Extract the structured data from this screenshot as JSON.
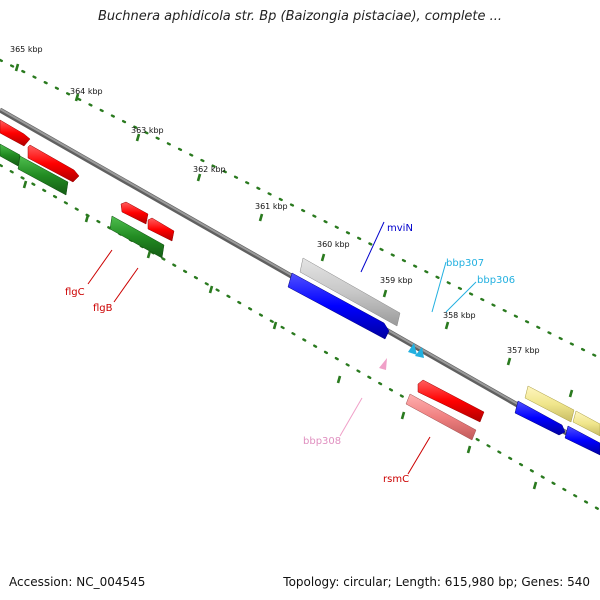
{
  "title": "Buchnera aphidicola str. Bp (Baizongia pistaciae), complete ...",
  "kbp_labels": [
    "365 kbp",
    "364 kbp",
    "363 kbp",
    "362 kbp",
    "361 kbp",
    "360 kbp",
    "359 kbp",
    "358 kbp",
    "357 kbp"
  ],
  "gene_labels": {
    "mviN": "mviN",
    "bbp307": "bbp307",
    "bbp306": "bbp306",
    "flgC": "flgC",
    "flgB": "flgB",
    "bbp308": "bbp308",
    "rsmC": "rsmC"
  },
  "colors": {
    "backbone": "#808080",
    "tick": "#2a7a1f",
    "forward_red": "#ff0000",
    "reverse_green": "#228b22",
    "blue": "#0000ff",
    "grey": "#c8c8c8",
    "pink": "#f08080",
    "yellow": "#f0e68c",
    "mviN_label": "#0000cc",
    "bbp_label": "#22b0e0",
    "red_label": "#cc0000",
    "pink_label": "#e090c0"
  },
  "footer": {
    "accession": "Accession: NC_004545",
    "stats": "Topology: circular; Length: 615,980 bp; Genes: 540"
  }
}
